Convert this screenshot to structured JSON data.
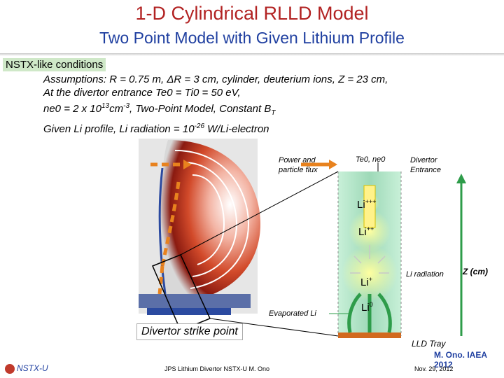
{
  "header": {
    "title": "1-D Cylindrical RLLD Model",
    "subtitle": "Two Point Model with Given Lithium Profile"
  },
  "conditions": {
    "tag": "NSTX-like conditions",
    "line1": "Assumptions:  R = 0.75 m, ΔR = 3 cm, cylinder, deuterium ions, Z = 23 cm,",
    "line2": "At the divertor entrance Te0 = Ti0 = 50 eV,",
    "line3_a": "ne0 = 2 x 10",
    "line3_exp": "13",
    "line3_b": "cm",
    "line3_exp2": "-3",
    "line3_c": ", Two-Point Model, Constant B",
    "line3_sub": "T",
    "line4_a": "Given Li profile, Li radiation = 10",
    "line4_exp": "-26",
    "line4_b": " W/Li-electron"
  },
  "diagram": {
    "power_label_1": "Power and",
    "power_label_2": "particle flux",
    "temp_label": "Te0, ne0",
    "divertor_label_1": "Divertor",
    "divertor_label_2": "Entrance",
    "li_radiation": "Li radiation",
    "evaporated": "Evaporated Li",
    "strike_point": "Divertor strike point",
    "z_axis": "Z (cm)",
    "lld_tray": "LLD Tray",
    "ions": {
      "li3": "Li",
      "li3_sup": "+++",
      "li2": "Li",
      "li2_sup": "++",
      "li1": "Li",
      "li1_sup": "+",
      "li0": "Li",
      "li0_sup": "0"
    }
  },
  "footer": {
    "logo_text": "NSTX-U",
    "center": "JPS Lithium Divertor NSTX-U M. Ono",
    "date": "Nov. 29, 2012",
    "ref": "M. Ono. IAEA 2012"
  },
  "colors": {
    "title": "#b22222",
    "subtitle": "#1f3fa0",
    "tag_bg": "#cfe8c8",
    "column": "#a8dfc0",
    "arrow_orange": "#e8821e",
    "arrow_green": "#2e9c4a"
  }
}
